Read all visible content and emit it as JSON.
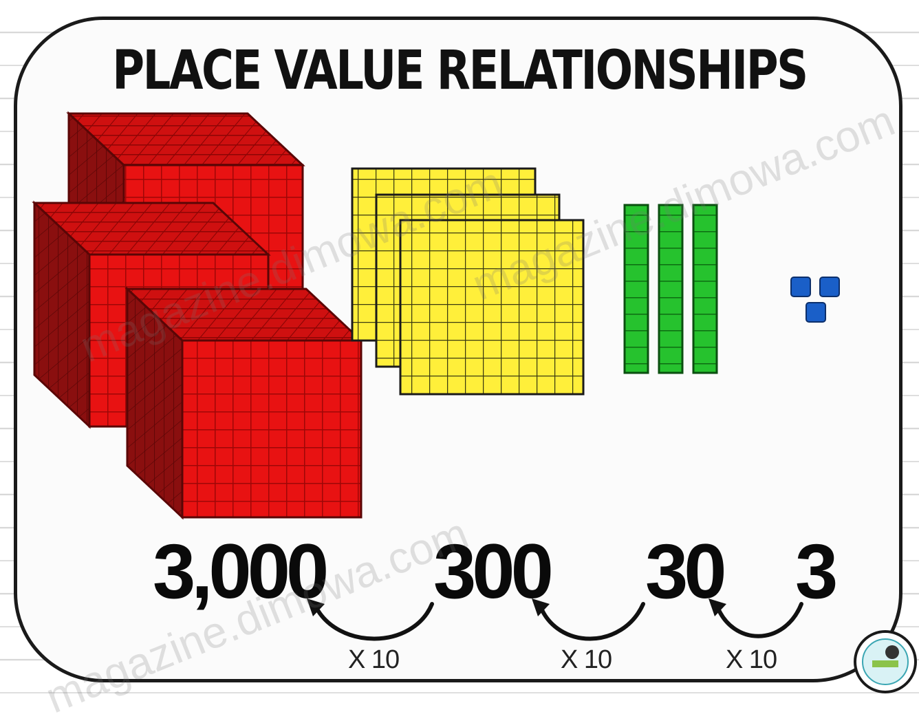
{
  "title": "PLACE VALUE RELATIONSHIPS",
  "numbers": [
    "3,000",
    "300",
    "30",
    "3"
  ],
  "multipliers": [
    "X 10",
    "X 10",
    "X 10"
  ],
  "watermarks": [
    "magazine.dimowa.com",
    "magazine.dimowa.com",
    "magazine.dimowa.com"
  ],
  "colors": {
    "thousands_cube": "#e01010",
    "hundreds_flat": "#ffef3a",
    "tens_rod": "#22b62a",
    "ones_unit": "#1a5fc8",
    "outline": "#1a1a1a"
  },
  "blocks": {
    "thousands": 3,
    "hundreds": 3,
    "tens": 3,
    "ones": 3
  }
}
